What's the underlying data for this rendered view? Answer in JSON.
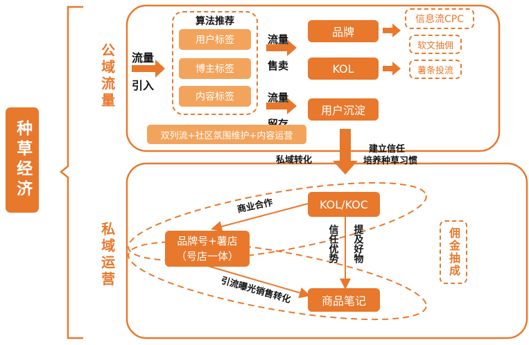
{
  "root": {
    "label": "种草经济"
  },
  "public_domain": {
    "label": "公域流量",
    "inflow_label": "流量引入",
    "algorithm": {
      "title": "算法推荐",
      "tags": [
        "用户标签",
        "博主标签",
        "内容标签"
      ]
    },
    "sell_label": "流量售卖",
    "retain_label": "流量留存",
    "brand": "品牌",
    "kol": "KOL",
    "user_retention": "用户沉淀",
    "brand_outputs": [
      "信息流CPC",
      "软文抽佣"
    ],
    "kol_output": "薯条投流",
    "ops_banner": "双列流+社区氛围维护+内容运营"
  },
  "transition": {
    "left_label": "私域转化",
    "right_label_1": "建立信任",
    "right_label_2": "培养种草习惯"
  },
  "private_domain": {
    "label": "私域运营",
    "kol_koc": "KOL/KOC",
    "brand_store_1": "品牌号+薯店",
    "brand_store_2": "（号店一体）",
    "product_notes": "商品笔记",
    "biz_coop": "商业合作",
    "trust_advantage": "信任优势",
    "recommend": "提及好物",
    "traffic_conversion": "引流曝光销售转化",
    "commission": "佣金抽成"
  },
  "colors": {
    "accent": "#e8782c",
    "light": "#f3a45c"
  }
}
